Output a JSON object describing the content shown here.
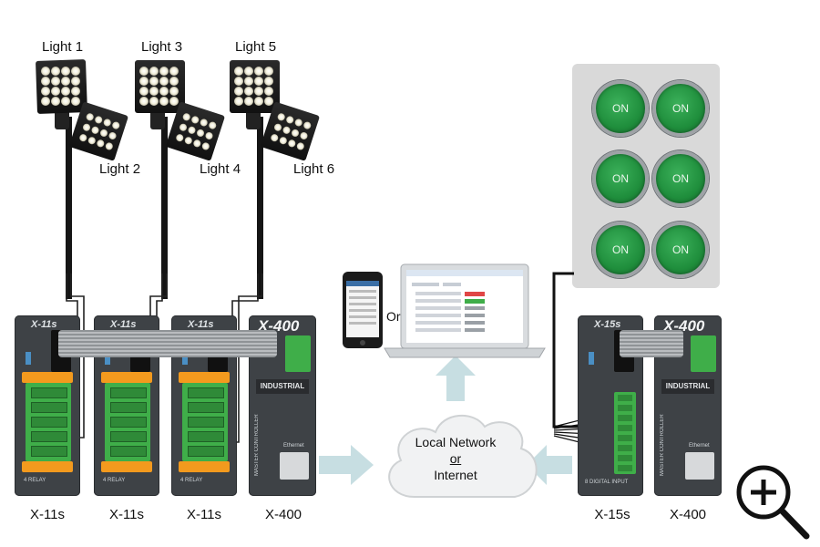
{
  "lights": [
    {
      "label": "Light 1"
    },
    {
      "label": "Light 2"
    },
    {
      "label": "Light 3"
    },
    {
      "label": "Light 4"
    },
    {
      "label": "Light 5"
    },
    {
      "label": "Light 6"
    }
  ],
  "devices": {
    "x11s_1": "X-11s",
    "x11s_2": "X-11s",
    "x11s_3": "X-11s",
    "x400_left": "X-400",
    "x15s": "X-15s",
    "x400_right": "X-400"
  },
  "device_faces": {
    "x11s_brand": "X-11s",
    "x400_brand": "X-400",
    "x15s_brand": "X-15s",
    "industrial": "INDUSTRIAL",
    "master_controller": "MASTER CONTROLLER",
    "ethernet": "Ethernet",
    "relay": "4 RELAY",
    "digital_input": "8 DIGITAL INPUT"
  },
  "network": {
    "line1": "Local Network",
    "line2": "or",
    "line3": "Internet"
  },
  "or_label": "Or",
  "buttons": [
    "ON",
    "ON",
    "ON",
    "ON",
    "ON",
    "ON"
  ],
  "colors": {
    "device_body": "#3e4246",
    "terminal_green": "#3fae49",
    "terminal_orange": "#f39a1e",
    "button_green": "#1f8e3c",
    "arrow": "#c7dee2",
    "panel": "#d9d9d9"
  },
  "icons": [
    "zoom-in-icon"
  ]
}
